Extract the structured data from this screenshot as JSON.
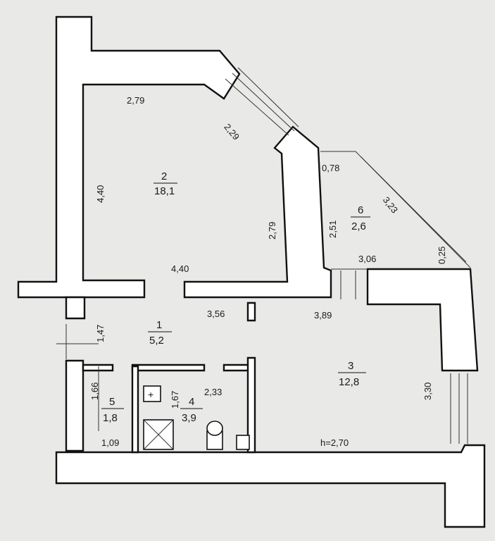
{
  "plan": {
    "rooms": [
      {
        "number": "1",
        "area": "5,2"
      },
      {
        "number": "2",
        "area": "18,1"
      },
      {
        "number": "3",
        "area": "12,8"
      },
      {
        "number": "4",
        "area": "3,9"
      },
      {
        "number": "5",
        "area": "1,8"
      },
      {
        "number": "6",
        "area": "2,6"
      }
    ],
    "dimensions": {
      "d_279_top": "2,79",
      "d_229": "2,29",
      "d_440_left": "4,40",
      "d_279_right": "2,79",
      "d_440_bottom": "4,40",
      "d_078": "0,78",
      "d_323": "3,23",
      "d_251": "2,51",
      "d_306": "3,06",
      "d_025": "0,25",
      "d_356": "3,56",
      "d_389": "3,89",
      "d_147": "1,47",
      "d_166": "1,66",
      "d_167": "1,67",
      "d_233": "2,33",
      "d_109": "1,09",
      "d_330": "3,30"
    },
    "ceiling_height": "h=2,70"
  }
}
